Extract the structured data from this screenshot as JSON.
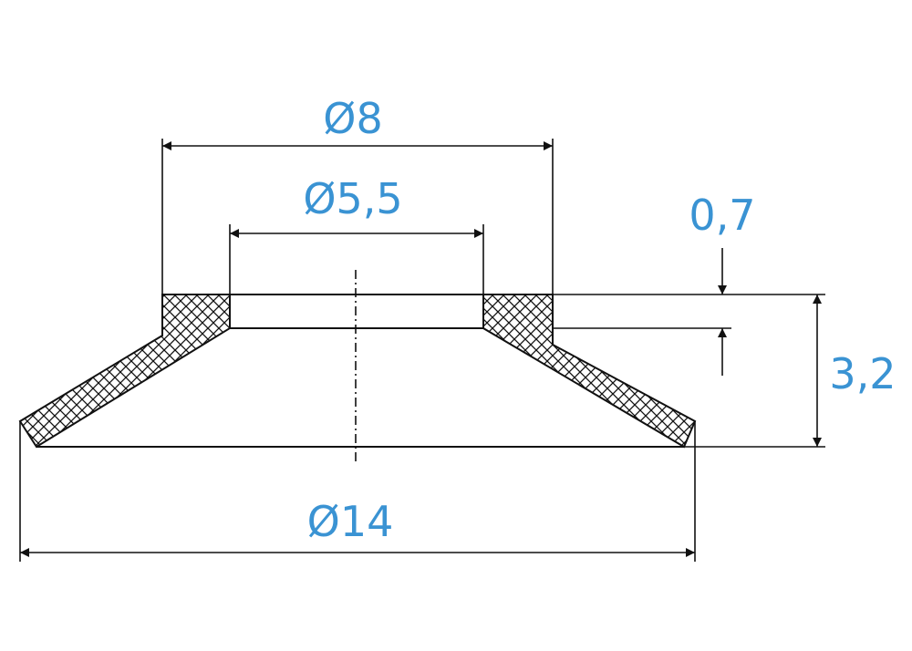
{
  "dimensions": {
    "outer_top_diameter": "Ø8",
    "inner_diameter": "Ø5,5",
    "bottom_diameter": "Ø14",
    "lip_thickness": "0,7",
    "total_height": "3,2"
  },
  "colors": {
    "dimension_text": "#3a93d3",
    "lines": "#111111",
    "background": "#ffffff"
  }
}
